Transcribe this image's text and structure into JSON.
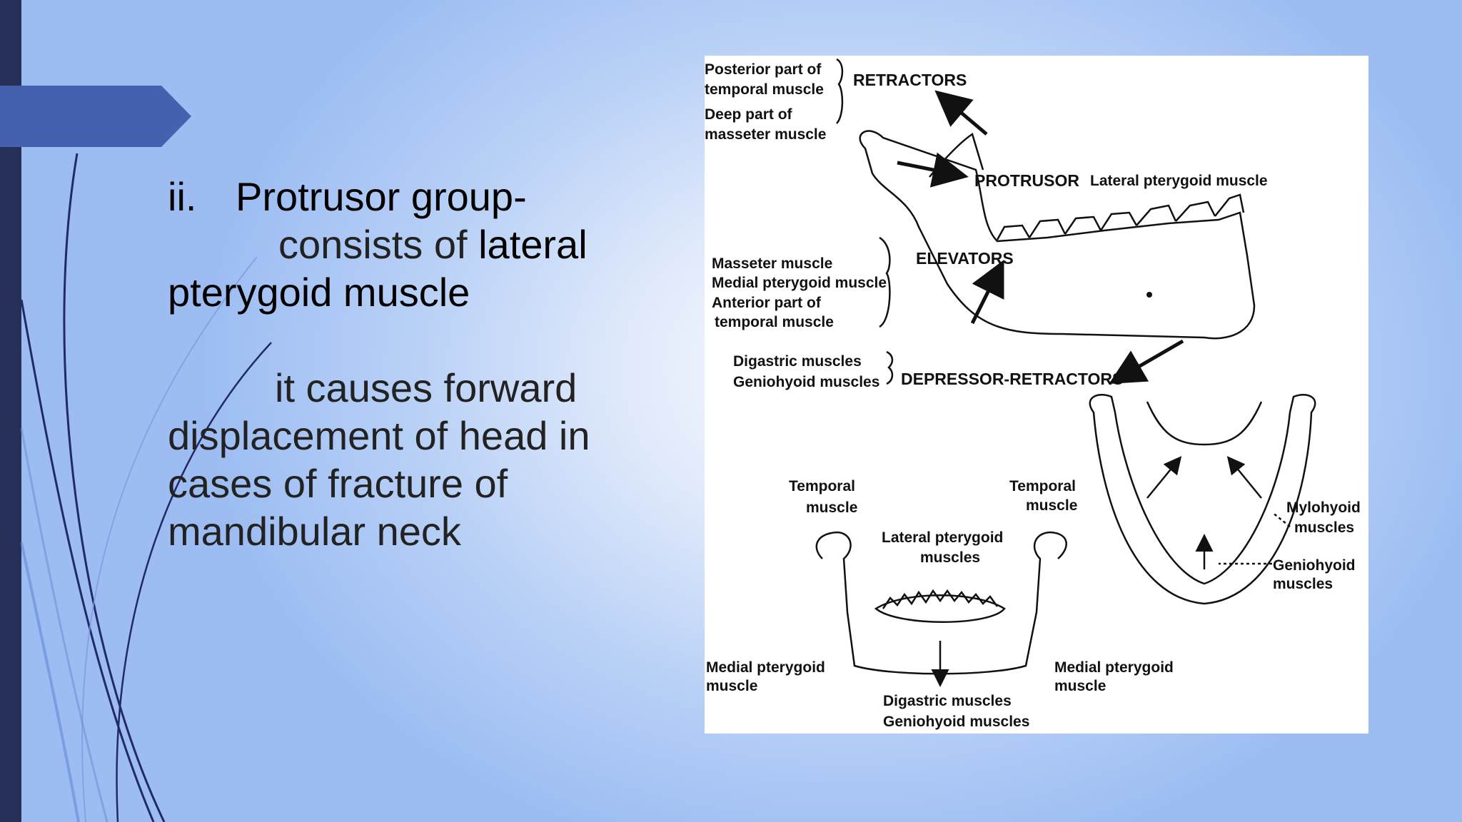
{
  "slide": {
    "heading": {
      "number": "ii.",
      "title": "Protrusor group-",
      "line2_prefix": "consists of ",
      "line2_bold": "lateral",
      "line3": "pterygoid muscle"
    },
    "description": {
      "line1": "it causes forward",
      "line2": "displacement of head in",
      "line3": "cases of fracture of",
      "line4": "mandibular neck"
    }
  },
  "figure": {
    "labels": {
      "retractors_l1": "Posterior part of",
      "retractors_l2": "temporal muscle",
      "retractors_l3": "Deep part of",
      "retractors_l4": "masseter muscle",
      "retractors": "RETRACTORS",
      "protrusor": "PROTRUSOR",
      "lateral_pterygoid": "Lateral pterygoid muscle",
      "elevators_l1": "Masseter muscle",
      "elevators_l2": "Medial pterygoid muscle",
      "elevators_l3": "Anterior part of",
      "elevators_l4": "temporal muscle",
      "elevators": "ELEVATORS",
      "depressor_l1": "Digastric muscles",
      "depressor_l2": "Geniohyoid muscles",
      "depressor_retractors": "DEPRESSOR-RETRACTORS",
      "temporal_left_l1": "Temporal",
      "temporal_left_l2": "muscle",
      "temporal_right_l1": "Temporal",
      "temporal_right_l2": "muscle",
      "lateral_pterygoid_muscles_l1": "Lateral pterygoid",
      "lateral_pterygoid_muscles_l2": "muscles",
      "mylohyoid_l1": "Mylohyoid",
      "mylohyoid_l2": "muscles",
      "geniohyoid_l1": "Geniohyoid",
      "geniohyoid_l2": "muscles",
      "medial_pterygoid_left_l1": "Medial pterygoid",
      "medial_pterygoid_left_l2": "muscle",
      "medial_pterygoid_right_l1": "Medial pterygoid",
      "medial_pterygoid_right_l2": "muscle",
      "bottom_l1": "Digastric muscles",
      "bottom_l2": "Geniohyoid muscles"
    }
  },
  "colors": {
    "left_bar": "#262f57",
    "title_tab": "#4660b0",
    "deco_line": "#1f2a66"
  }
}
